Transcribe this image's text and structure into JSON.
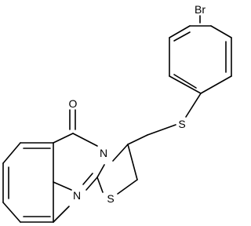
{
  "molecule": {
    "atoms": {
      "bromine": "Br",
      "thioether_sulfur": "S",
      "carbonyl_oxygen": "O",
      "ring_nitrogen": "N",
      "imine_nitrogen": "N",
      "thiazole_sulfur": "S"
    }
  },
  "colors": {
    "bond": "#000000",
    "label": "#000000",
    "background": "#ffffff"
  }
}
